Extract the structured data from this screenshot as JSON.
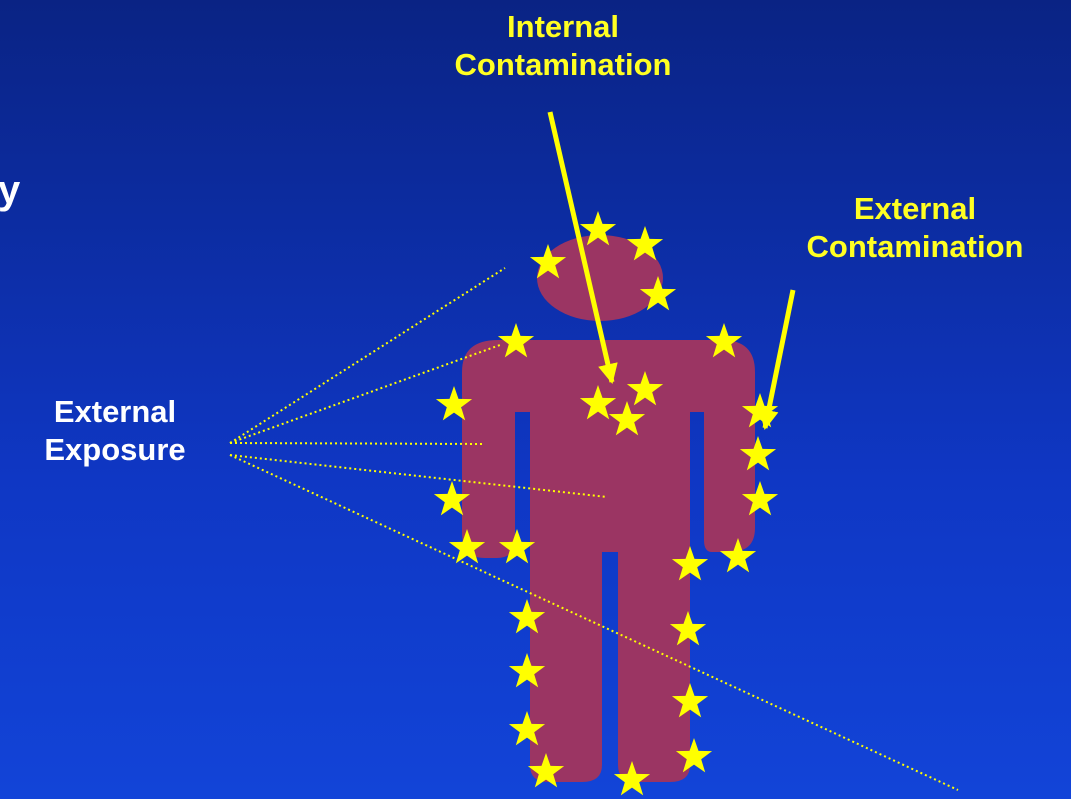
{
  "labels": {
    "internal_contamination": [
      "Internal",
      "Contamination"
    ],
    "external_contamination": [
      "External",
      "Contamination"
    ],
    "external_exposure": [
      "External",
      "Exposure"
    ],
    "edge_glyph": "y"
  },
  "colors": {
    "body": "#9b3563",
    "star": "#ffff00",
    "arrow": "#ffff00",
    "label_yellow": "#ffff22",
    "label_white": "#ffffff"
  },
  "icons": {
    "figure": "human-figure-icon",
    "star": "star-icon",
    "arrow": "arrow-icon",
    "ray": "dotted-ray"
  }
}
